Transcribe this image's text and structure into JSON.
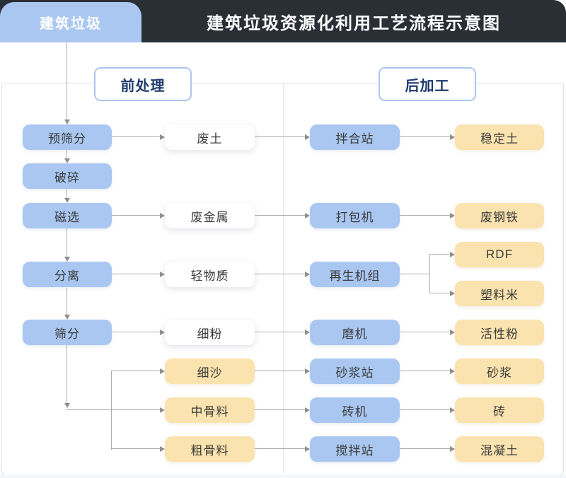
{
  "colors": {
    "node_blue": "#A9C7F1",
    "node_yellow": "#FAE3AE",
    "node_white": "#FFFFFF",
    "header_dark": "#2A2F36",
    "section_label_text": "#1E3A6E",
    "connector_gray": "#ABABAB"
  },
  "tab": {
    "label": "建筑垃圾"
  },
  "header": {
    "title": "建筑垃圾资源化利用工艺流程示意图"
  },
  "sections": {
    "pre": {
      "label": "前处理"
    },
    "post": {
      "label": "后加工"
    }
  },
  "stages": {
    "pre_screening": "预筛分",
    "crushing": "破碎",
    "magnetic_separation": "磁选",
    "separation": "分离",
    "screening": "筛分"
  },
  "materials": {
    "waste_soil": "废土",
    "waste_metal": "废金属",
    "light_material": "轻物质",
    "fine_powder": "细粉",
    "fine_sand": "细沙",
    "medium_aggregate": "中骨料",
    "coarse_aggregate": "粗骨料"
  },
  "equipment": {
    "mixing_plant": "拌合站",
    "baler": "打包机",
    "recycling_unit": "再生机组",
    "mill": "磨机",
    "mortar_plant": "砂浆站",
    "brick_machine": "砖机",
    "concrete_plant": "搅拌站"
  },
  "products": {
    "stabilized_soil": "稳定土",
    "scrap_steel": "废钢铁",
    "rdf": "RDF",
    "plastic_pellets": "塑料米",
    "active_powder": "活性粉",
    "mortar": "砂浆",
    "brick": "砖",
    "concrete": "混凝土"
  }
}
